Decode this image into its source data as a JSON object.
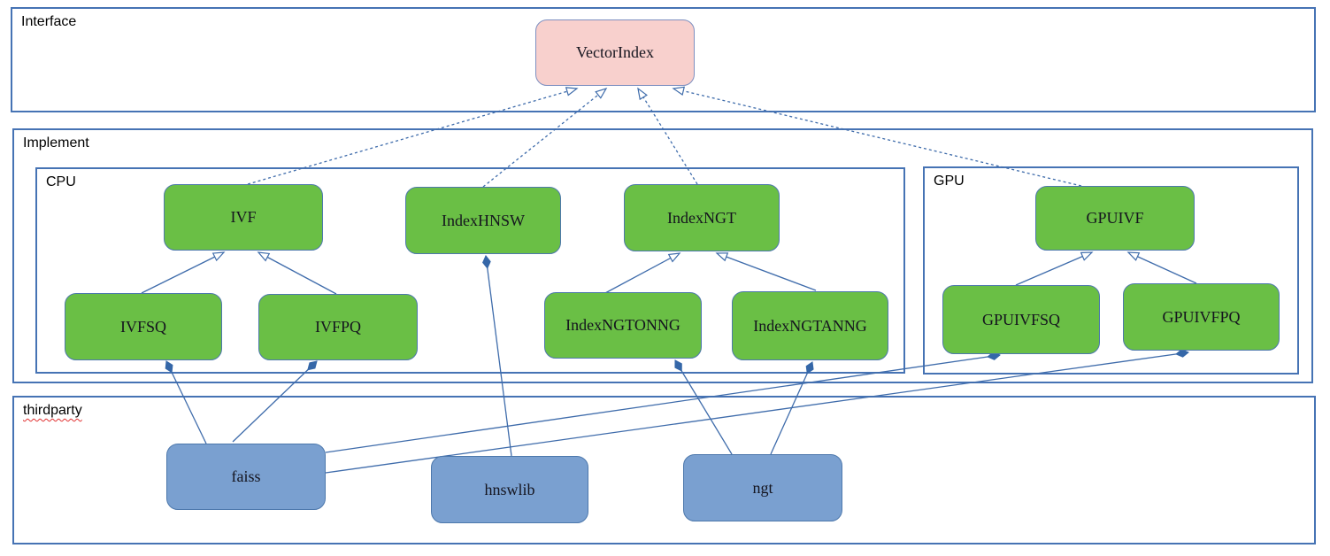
{
  "containers": {
    "interface": {
      "label": "Interface",
      "nodes": [
        "VectorIndex"
      ]
    },
    "implement": {
      "label": "Implement"
    },
    "cpu": {
      "label": "CPU",
      "nodes": [
        "IVF",
        "IndexHNSW",
        "IndexNGT",
        "IVFSQ",
        "IVFPQ",
        "IndexNGTONNG",
        "IndexNGTANNG"
      ]
    },
    "gpu": {
      "label": "GPU",
      "nodes": [
        "GPUIVF",
        "GPUIVFSQ",
        "GPUIVFPQ"
      ]
    },
    "thirdparty": {
      "label": "thirdparty",
      "nodes": [
        "faiss",
        "hnswlib",
        "ngt"
      ]
    }
  },
  "nodes": {
    "vectorindex": {
      "label": "VectorIndex"
    },
    "ivf": {
      "label": "IVF"
    },
    "indexhnsw": {
      "label": "IndexHNSW"
    },
    "indexngt": {
      "label": "IndexNGT"
    },
    "ivfsq": {
      "label": "IVFSQ"
    },
    "ivfpq": {
      "label": "IVFPQ"
    },
    "indexngtonng": {
      "label": "IndexNGTONNG"
    },
    "indexngtanng": {
      "label": "IndexNGTANNG"
    },
    "gpuivf": {
      "label": "GPUIVF"
    },
    "gpuivfsq": {
      "label": "GPUIVFSQ"
    },
    "gpuivfpq": {
      "label": "GPUIVFPQ"
    },
    "faiss": {
      "label": "faiss"
    },
    "hnswlib": {
      "label": "hnswlib"
    },
    "ngt": {
      "label": "ngt"
    }
  },
  "relationships": {
    "realization_dashed_hollow_arrow": [
      {
        "from": "IVF",
        "to": "VectorIndex"
      },
      {
        "from": "IndexHNSW",
        "to": "VectorIndex"
      },
      {
        "from": "IndexNGT",
        "to": "VectorIndex"
      },
      {
        "from": "GPUIVF",
        "to": "VectorIndex"
      }
    ],
    "generalization_solid_hollow_arrow": [
      {
        "from": "IVFSQ",
        "to": "IVF"
      },
      {
        "from": "IVFPQ",
        "to": "IVF"
      },
      {
        "from": "IndexNGTONNG",
        "to": "IndexNGT"
      },
      {
        "from": "IndexNGTANNG",
        "to": "IndexNGT"
      },
      {
        "from": "GPUIVFSQ",
        "to": "GPUIVF"
      },
      {
        "from": "GPUIVFPQ",
        "to": "GPUIVF"
      }
    ],
    "composition_filled_diamond": [
      {
        "from": "faiss",
        "to": "IVFSQ"
      },
      {
        "from": "faiss",
        "to": "IVFPQ"
      },
      {
        "from": "faiss",
        "to": "GPUIVFSQ"
      },
      {
        "from": "faiss",
        "to": "GPUIVFPQ"
      },
      {
        "from": "hnswlib",
        "to": "IndexHNSW"
      },
      {
        "from": "ngt",
        "to": "IndexNGTONNG"
      },
      {
        "from": "ngt",
        "to": "IndexNGTANNG"
      }
    ]
  },
  "colors": {
    "interface_node_fill": "#f8d0cd",
    "implement_node_fill": "#6abf45",
    "thirdparty_node_fill": "#7aa0d0",
    "container_border": "#4673b4",
    "edge_stroke": "#3f6cab",
    "misspelling_underline": "#e03030"
  }
}
